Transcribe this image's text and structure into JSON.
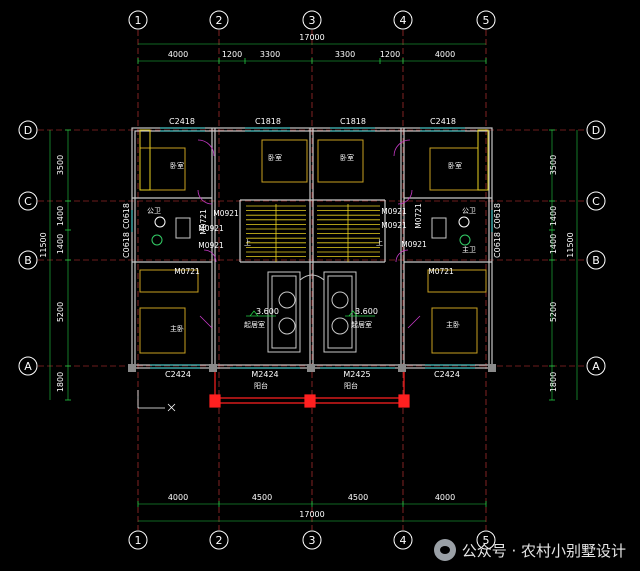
{
  "axes": {
    "columns": [
      "1",
      "2",
      "3",
      "4",
      "5"
    ],
    "rows": [
      "D",
      "C",
      "B",
      "A"
    ]
  },
  "dimensions": {
    "top_total": "17000",
    "top_segments": [
      "4000",
      "1200",
      "3300",
      "3300",
      "1200",
      "4000"
    ],
    "bottom_segments": [
      "4000",
      "4500",
      "4500",
      "4000"
    ],
    "bottom_total": "17000",
    "left_segments": [
      "3500",
      "1400",
      "1400",
      "5200",
      "1800"
    ],
    "left_total": "11500",
    "right_segments": [
      "3500",
      "1400",
      "1400",
      "5200",
      "1800"
    ],
    "right_total": "11500"
  },
  "windows": {
    "top": [
      "C2418",
      "C1818",
      "C1818",
      "C2418"
    ],
    "bottom": [
      "C2424",
      "M2424",
      "M2425",
      "C2424"
    ],
    "side_left": "C0618",
    "side_left2": "C0618",
    "side_right": "C0618",
    "side_right2": "C0618"
  },
  "doors": {
    "left_m0721_top": "M0721",
    "left_m0921_a": "M0921",
    "left_m0921_b": "M0921",
    "left_m0921_c": "M0921",
    "left_m0721_bottom": "M0721",
    "right_m0921_a": "M0921",
    "right_m0721_top": "M0721",
    "right_m0921_b": "M0921",
    "right_m0921_c": "M0921",
    "right_m0721_bottom": "M0721"
  },
  "rooms": {
    "bedroom": "卧室",
    "bathroom": "公卫",
    "master_bedroom": "主卧",
    "master_bath": "主卫",
    "living_room": "起居室",
    "balcony": "阳台",
    "stair_mark": "上"
  },
  "levels": {
    "left": "3.600",
    "right": "3.600"
  },
  "watermark": {
    "text": "公众号 · 农村小别墅设计"
  },
  "colors": {
    "background": "#000000",
    "wall": "#c8c8c8",
    "axis_line": "#d83a3a",
    "dimension": "#ffffff",
    "dimension_line": "#22cc44",
    "window": "#33cccc",
    "furniture": "#c8a020",
    "stairs": "#e8d020",
    "balcony": "#ff2020",
    "door": "#c83ac8"
  }
}
